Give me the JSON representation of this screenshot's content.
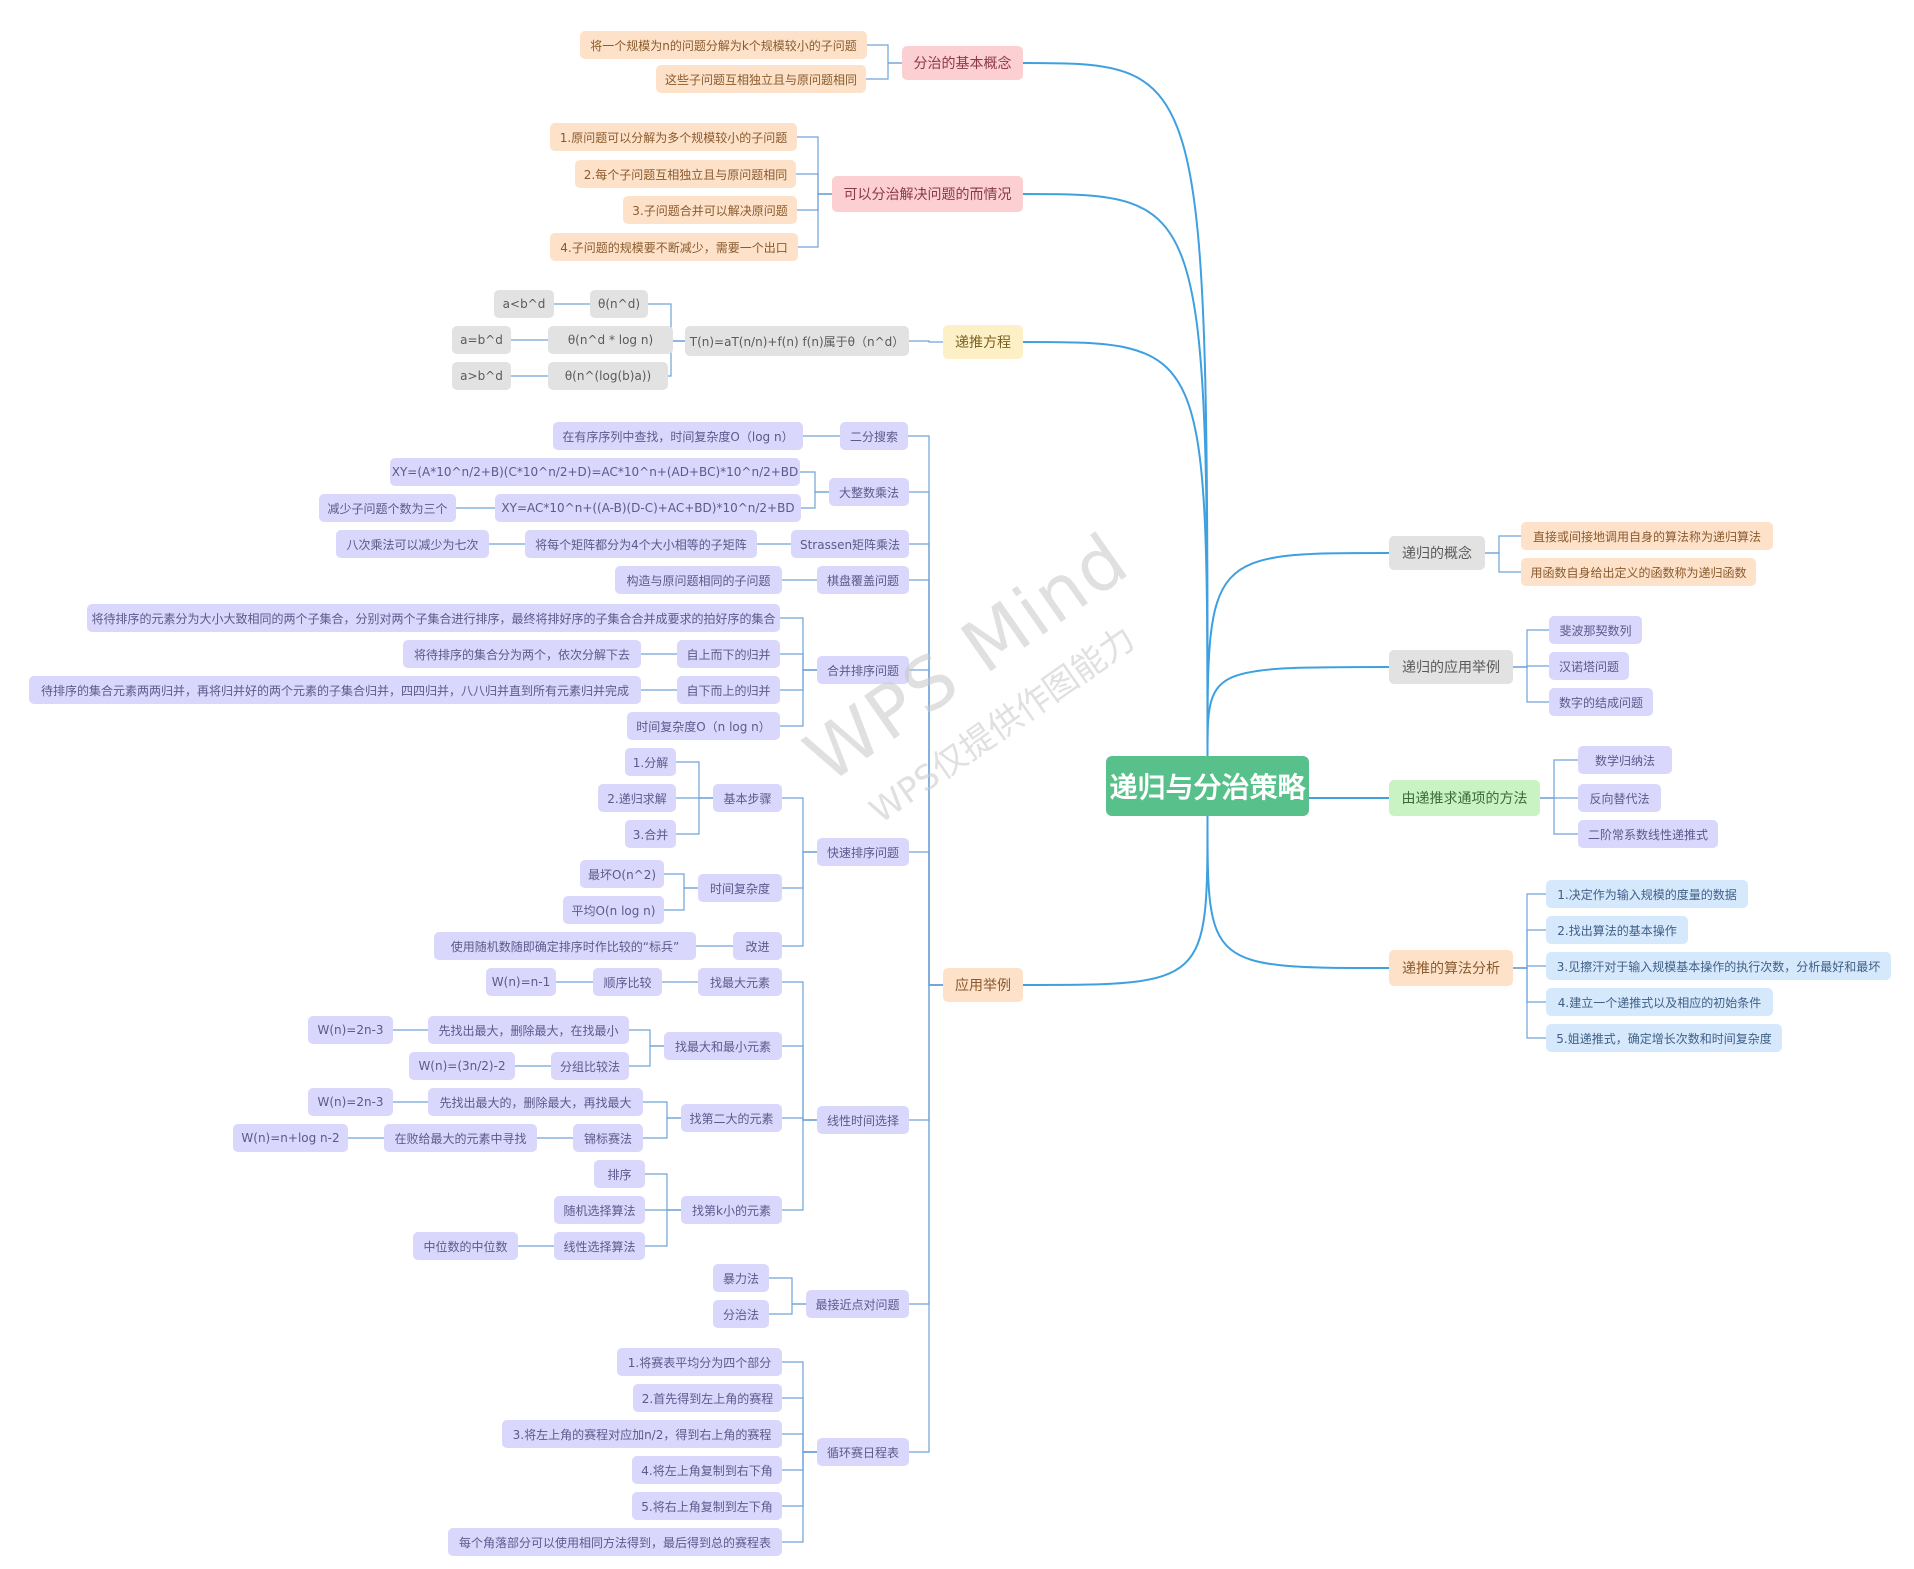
{
  "colors": {
    "root": "#58c08a",
    "pink": "#fccfd3",
    "peach": "#fde2c9",
    "yellow": "#fdefc6",
    "lavender": "#d9d7fb",
    "gray": "#e2e2e2",
    "green": "#c9f3c3",
    "lightblue": "#d6e8fc",
    "edge_main": "#3fa0e0",
    "edge_sub": "#6fa3d8"
  },
  "watermark": {
    "line1": "WPS Mind",
    "line2": "WPS仅提供作图能力"
  },
  "nodes": [
    {
      "id": "root",
      "text": "递归与分治策略",
      "color": "root"
    },
    {
      "id": "b_basic",
      "text": "分治的基本概念",
      "color": "pink"
    },
    {
      "id": "basic1",
      "text": "将一个规模为n的问题分解为k个规模较小的子问题",
      "color": "peach"
    },
    {
      "id": "basic2",
      "text": "这些子问题互相独立且与原问题相同",
      "color": "peach"
    },
    {
      "id": "b_cases",
      "text": "可以分治解决问题的而情况",
      "color": "pink"
    },
    {
      "id": "case1",
      "text": "1.原问题可以分解为多个规模较小的子问题",
      "color": "peach"
    },
    {
      "id": "case2",
      "text": "2.每个子问题互相独立且与原问题相同",
      "color": "peach"
    },
    {
      "id": "case3",
      "text": "3.子问题合并可以解决原问题",
      "color": "peach"
    },
    {
      "id": "case4",
      "text": "4.子问题的规模要不断减少，需要一个出口",
      "color": "peach"
    },
    {
      "id": "b_rec",
      "text": "递推方程",
      "color": "yellow"
    },
    {
      "id": "rec_eq",
      "text": "T(n)=aT(n/n)+f(n)   f(n)属于θ（n^d）",
      "color": "gray"
    },
    {
      "id": "rec_t1",
      "text": "θ(n^d)",
      "color": "gray"
    },
    {
      "id": "rec_c1",
      "text": "a<b^d",
      "color": "gray"
    },
    {
      "id": "rec_t2",
      "text": "θ(n^d * log n)",
      "color": "gray"
    },
    {
      "id": "rec_c2",
      "text": "a=b^d",
      "color": "gray"
    },
    {
      "id": "rec_t3",
      "text": "θ(n^(log(b)a))",
      "color": "gray"
    },
    {
      "id": "rec_c3",
      "text": "a>b^d",
      "color": "gray"
    },
    {
      "id": "b_app",
      "text": "应用举例",
      "color": "peach"
    },
    {
      "id": "bs",
      "text": "二分搜索",
      "color": "lavender"
    },
    {
      "id": "bs1",
      "text": "在有序序列中查找，时间复杂度O（log n）",
      "color": "lavender"
    },
    {
      "id": "bigmul",
      "text": "大整数乘法",
      "color": "lavender"
    },
    {
      "id": "bm1",
      "text": "XY=(A*10^n/2+B)(C*10^n/2+D)=AC*10^n+(AD+BC)*10^n/2+BD",
      "color": "lavender"
    },
    {
      "id": "bm2",
      "text": "XY=AC*10^n+((A-B)(D-C)+AC+BD)*10^n/2+BD",
      "color": "lavender"
    },
    {
      "id": "bm2a",
      "text": "减少子问题个数为三个",
      "color": "lavender"
    },
    {
      "id": "strassen",
      "text": "Strassen矩阵乘法",
      "color": "lavender"
    },
    {
      "id": "st1",
      "text": "将每个矩阵都分为4个大小相等的子矩阵",
      "color": "lavender"
    },
    {
      "id": "st1a",
      "text": "八次乘法可以减少为七次",
      "color": "lavender"
    },
    {
      "id": "chess",
      "text": "棋盘覆盖问题",
      "color": "lavender"
    },
    {
      "id": "ch1",
      "text": "构造与原问题相同的子问题",
      "color": "lavender"
    },
    {
      "id": "merge",
      "text": "合并排序问题",
      "color": "lavender"
    },
    {
      "id": "mg1",
      "text": "将待排序的元素分为大小大致相同的两个子集合，分别对两个子集合进行排序，最终将排好序的子集合合并成要求的拍好序的集合",
      "color": "lavender"
    },
    {
      "id": "mg2",
      "text": "自上而下的归并",
      "color": "lavender"
    },
    {
      "id": "mg2a",
      "text": "将待排序的集合分为两个，依次分解下去",
      "color": "lavender"
    },
    {
      "id": "mg3",
      "text": "自下而上的归并",
      "color": "lavender"
    },
    {
      "id": "mg3a",
      "text": "待排序的集合元素两两归并，再将归并好的两个元素的子集合归并，四四归并，八八归并直到所有元素归并完成",
      "color": "lavender"
    },
    {
      "id": "mg4",
      "text": "时间复杂度O（n log n）",
      "color": "lavender"
    },
    {
      "id": "quick",
      "text": "快速排序问题",
      "color": "lavender"
    },
    {
      "id": "qs_steps",
      "text": "基本步骤",
      "color": "lavender"
    },
    {
      "id": "qs_s1",
      "text": "1.分解",
      "color": "lavender"
    },
    {
      "id": "qs_s2",
      "text": "2.递归求解",
      "color": "lavender"
    },
    {
      "id": "qs_s3",
      "text": "3.合并",
      "color": "lavender"
    },
    {
      "id": "qs_time",
      "text": "时间复杂度",
      "color": "lavender"
    },
    {
      "id": "qs_t1",
      "text": "最坏O(n^2)",
      "color": "lavender"
    },
    {
      "id": "qs_t2",
      "text": "平均O(n log n)",
      "color": "lavender"
    },
    {
      "id": "qs_imp",
      "text": "改进",
      "color": "lavender"
    },
    {
      "id": "qs_imp1",
      "text": "使用随机数随即确定排序时作比较的“标兵”",
      "color": "lavender"
    },
    {
      "id": "linsel",
      "text": "线性时间选择",
      "color": "lavender"
    },
    {
      "id": "ls_max",
      "text": "找最大元素",
      "color": "lavender"
    },
    {
      "id": "ls_max1",
      "text": "顺序比较",
      "color": "lavender"
    },
    {
      "id": "ls_max1a",
      "text": "W(n)=n-1",
      "color": "lavender"
    },
    {
      "id": "ls_mm",
      "text": "找最大和最小元素",
      "color": "lavender"
    },
    {
      "id": "ls_mm1",
      "text": "先找出最大，删除最大，在找最小",
      "color": "lavender"
    },
    {
      "id": "ls_mm1a",
      "text": "W(n)=2n-3",
      "color": "lavender"
    },
    {
      "id": "ls_mm2",
      "text": "分组比较法",
      "color": "lavender"
    },
    {
      "id": "ls_mm2a",
      "text": "W(n)=(3n/2)-2",
      "color": "lavender"
    },
    {
      "id": "ls_2nd",
      "text": "找第二大的元素",
      "color": "lavender"
    },
    {
      "id": "ls_2nd1",
      "text": "先找出最大的，删除最大，再找最大",
      "color": "lavender"
    },
    {
      "id": "ls_2nd1a",
      "text": "W(n)=2n-3",
      "color": "lavender"
    },
    {
      "id": "ls_2nd2",
      "text": "锦标赛法",
      "color": "lavender"
    },
    {
      "id": "ls_2nd2a",
      "text": "在败给最大的元素中寻找",
      "color": "lavender"
    },
    {
      "id": "ls_2nd2b",
      "text": "W(n)=n+log n-2",
      "color": "lavender"
    },
    {
      "id": "ls_k",
      "text": "找第k小的元素",
      "color": "lavender"
    },
    {
      "id": "ls_k1",
      "text": "排序",
      "color": "lavender"
    },
    {
      "id": "ls_k2",
      "text": "随机选择算法",
      "color": "lavender"
    },
    {
      "id": "ls_k3",
      "text": "线性选择算法",
      "color": "lavender"
    },
    {
      "id": "ls_k3a",
      "text": "中位数的中位数",
      "color": "lavender"
    },
    {
      "id": "closest",
      "text": "最接近点对问题",
      "color": "lavender"
    },
    {
      "id": "cl1",
      "text": "暴力法",
      "color": "lavender"
    },
    {
      "id": "cl2",
      "text": "分治法",
      "color": "lavender"
    },
    {
      "id": "rr",
      "text": "循环赛日程表",
      "color": "lavender"
    },
    {
      "id": "rr1",
      "text": "1.将赛表平均分为四个部分",
      "color": "lavender"
    },
    {
      "id": "rr2",
      "text": "2.首先得到左上角的赛程",
      "color": "lavender"
    },
    {
      "id": "rr3",
      "text": "3.将左上角的赛程对应加n/2，得到右上角的赛程",
      "color": "lavender"
    },
    {
      "id": "rr4",
      "text": "4.将左上角复制到右下角",
      "color": "lavender"
    },
    {
      "id": "rr5",
      "text": "5.将右上角复制到左下角",
      "color": "lavender"
    },
    {
      "id": "rr6",
      "text": "每个角落部分可以使用相同方法得到，最后得到总的赛程表",
      "color": "lavender"
    },
    {
      "id": "b_concept",
      "text": "递归的概念",
      "color": "gray"
    },
    {
      "id": "con1",
      "text": "直接或间接地调用自身的算法称为递归算法",
      "color": "peach"
    },
    {
      "id": "con2",
      "text": "用函数自身给出定义的函数称为递归函数",
      "color": "peach"
    },
    {
      "id": "b_recapp",
      "text": "递归的应用举例",
      "color": "gray"
    },
    {
      "id": "ra1",
      "text": "斐波那契数列",
      "color": "lavender"
    },
    {
      "id": "ra2",
      "text": "汉诺塔问题",
      "color": "lavender"
    },
    {
      "id": "ra3",
      "text": "数字的结成问题",
      "color": "lavender"
    },
    {
      "id": "b_method",
      "text": "由递推求通项的方法",
      "color": "green"
    },
    {
      "id": "me1",
      "text": "数学归纳法",
      "color": "lavender"
    },
    {
      "id": "me2",
      "text": "反向替代法",
      "color": "lavender"
    },
    {
      "id": "me3",
      "text": "二阶常系数线性递推式",
      "color": "lavender"
    },
    {
      "id": "b_analysis",
      "text": "递推的算法分析",
      "color": "peach"
    },
    {
      "id": "an1",
      "text": "1.决定作为输入规模的度量的数据",
      "color": "lightblue"
    },
    {
      "id": "an2",
      "text": "2.找出算法的基本操作",
      "color": "lightblue"
    },
    {
      "id": "an3",
      "text": "3.见擦汗对于输入规模基本操作的执行次数，分析最好和最坏",
      "color": "lightblue"
    },
    {
      "id": "an4",
      "text": "4.建立一个递推式以及相应的初始条件",
      "color": "lightblue"
    },
    {
      "id": "an5",
      "text": "5.姐递推式，确定增长次数和时间复杂度",
      "color": "lightblue"
    }
  ],
  "edges": [
    [
      "root",
      "b_basic"
    ],
    [
      "root",
      "b_cases"
    ],
    [
      "root",
      "b_rec"
    ],
    [
      "root",
      "b_app"
    ],
    [
      "root",
      "b_concept"
    ],
    [
      "root",
      "b_recapp"
    ],
    [
      "root",
      "b_method"
    ],
    [
      "root",
      "b_analysis"
    ],
    [
      "b_basic",
      "basic1"
    ],
    [
      "b_basic",
      "basic2"
    ],
    [
      "b_cases",
      "case1"
    ],
    [
      "b_cases",
      "case2"
    ],
    [
      "b_cases",
      "case3"
    ],
    [
      "b_cases",
      "case4"
    ],
    [
      "b_rec",
      "rec_eq"
    ],
    [
      "rec_eq",
      "rec_t1"
    ],
    [
      "rec_eq",
      "rec_t2"
    ],
    [
      "rec_eq",
      "rec_t3"
    ],
    [
      "rec_t1",
      "rec_c1"
    ],
    [
      "rec_t2",
      "rec_c2"
    ],
    [
      "rec_t3",
      "rec_c3"
    ],
    [
      "b_app",
      "bs"
    ],
    [
      "b_app",
      "bigmul"
    ],
    [
      "b_app",
      "strassen"
    ],
    [
      "b_app",
      "chess"
    ],
    [
      "b_app",
      "merge"
    ],
    [
      "b_app",
      "quick"
    ],
    [
      "b_app",
      "linsel"
    ],
    [
      "b_app",
      "closest"
    ],
    [
      "b_app",
      "rr"
    ],
    [
      "bs",
      "bs1"
    ],
    [
      "bigmul",
      "bm1"
    ],
    [
      "bigmul",
      "bm2"
    ],
    [
      "bm2",
      "bm2a"
    ],
    [
      "strassen",
      "st1"
    ],
    [
      "st1",
      "st1a"
    ],
    [
      "chess",
      "ch1"
    ],
    [
      "merge",
      "mg1"
    ],
    [
      "merge",
      "mg2"
    ],
    [
      "merge",
      "mg3"
    ],
    [
      "merge",
      "mg4"
    ],
    [
      "mg2",
      "mg2a"
    ],
    [
      "mg3",
      "mg3a"
    ],
    [
      "quick",
      "qs_steps"
    ],
    [
      "quick",
      "qs_time"
    ],
    [
      "quick",
      "qs_imp"
    ],
    [
      "qs_steps",
      "qs_s1"
    ],
    [
      "qs_steps",
      "qs_s2"
    ],
    [
      "qs_steps",
      "qs_s3"
    ],
    [
      "qs_time",
      "qs_t1"
    ],
    [
      "qs_time",
      "qs_t2"
    ],
    [
      "qs_imp",
      "qs_imp1"
    ],
    [
      "linsel",
      "ls_max"
    ],
    [
      "linsel",
      "ls_mm"
    ],
    [
      "linsel",
      "ls_2nd"
    ],
    [
      "linsel",
      "ls_k"
    ],
    [
      "ls_max",
      "ls_max1"
    ],
    [
      "ls_max1",
      "ls_max1a"
    ],
    [
      "ls_mm",
      "ls_mm1"
    ],
    [
      "ls_mm",
      "ls_mm2"
    ],
    [
      "ls_mm1",
      "ls_mm1a"
    ],
    [
      "ls_mm2",
      "ls_mm2a"
    ],
    [
      "ls_2nd",
      "ls_2nd1"
    ],
    [
      "ls_2nd",
      "ls_2nd2"
    ],
    [
      "ls_2nd1",
      "ls_2nd1a"
    ],
    [
      "ls_2nd2",
      "ls_2nd2a"
    ],
    [
      "ls_2nd2a",
      "ls_2nd2b"
    ],
    [
      "ls_k",
      "ls_k1"
    ],
    [
      "ls_k",
      "ls_k2"
    ],
    [
      "ls_k",
      "ls_k3"
    ],
    [
      "ls_k3",
      "ls_k3a"
    ],
    [
      "closest",
      "cl1"
    ],
    [
      "closest",
      "cl2"
    ],
    [
      "rr",
      "rr1"
    ],
    [
      "rr",
      "rr2"
    ],
    [
      "rr",
      "rr3"
    ],
    [
      "rr",
      "rr4"
    ],
    [
      "rr",
      "rr5"
    ],
    [
      "rr",
      "rr6"
    ],
    [
      "b_concept",
      "con1"
    ],
    [
      "b_concept",
      "con2"
    ],
    [
      "b_recapp",
      "ra1"
    ],
    [
      "b_recapp",
      "ra2"
    ],
    [
      "b_recapp",
      "ra3"
    ],
    [
      "b_method",
      "me1"
    ],
    [
      "b_method",
      "me2"
    ],
    [
      "b_method",
      "me3"
    ],
    [
      "b_analysis",
      "an1"
    ],
    [
      "b_analysis",
      "an2"
    ],
    [
      "b_analysis",
      "an3"
    ],
    [
      "b_analysis",
      "an4"
    ],
    [
      "b_analysis",
      "an5"
    ]
  ]
}
